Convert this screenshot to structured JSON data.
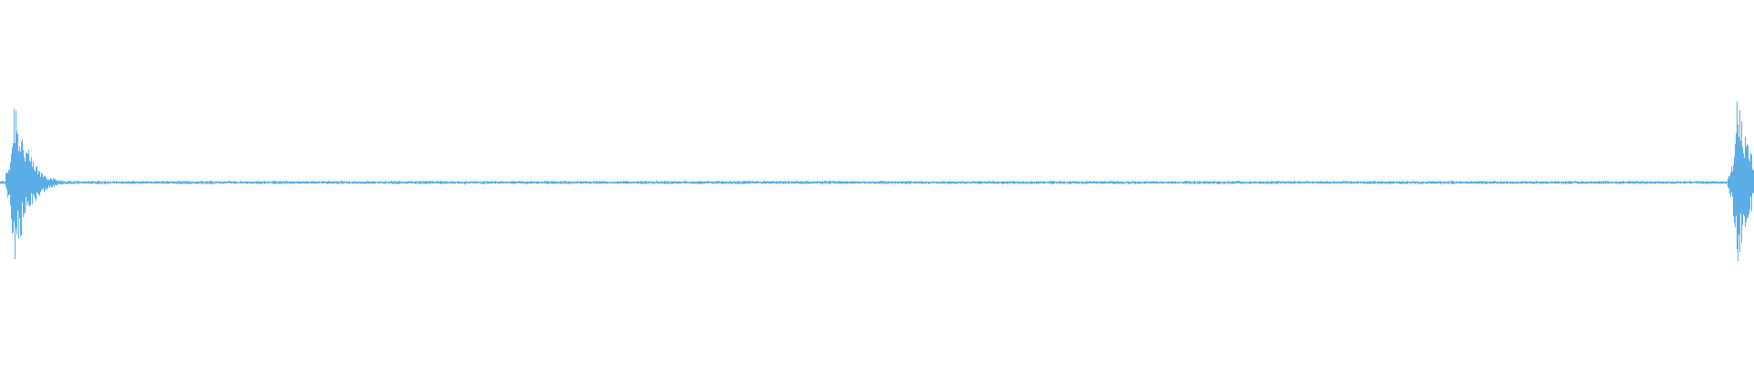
{
  "colors": {
    "background": "#ffffff",
    "waveform": "#5aade6"
  },
  "waveform": {
    "description_visible_text": "",
    "bursts": [
      {
        "position_fraction": 0.008,
        "peak_amplitude": 1.0
      },
      {
        "position_fraction": 0.99,
        "peak_amplitude": 0.92
      }
    ],
    "baseline_amplitude": 0.02
  }
}
